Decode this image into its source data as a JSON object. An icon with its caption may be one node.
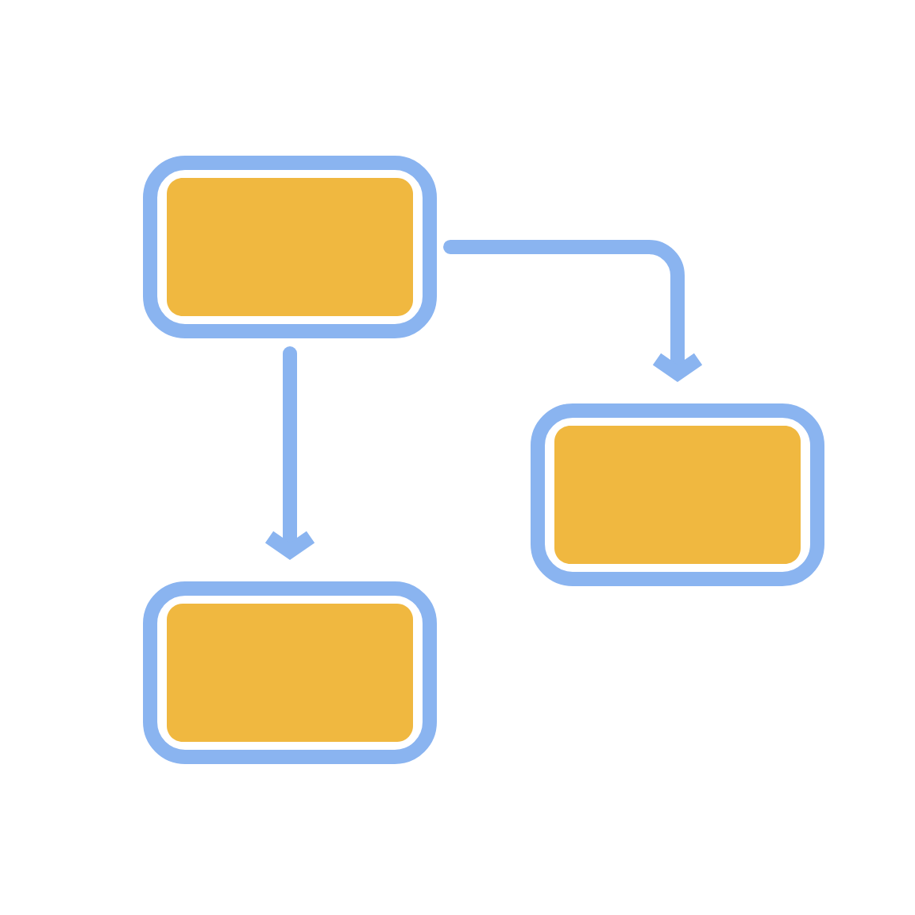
{
  "diagram": {
    "nodes": [
      {
        "text": [],
        "shape": "box"
      },
      {
        "text": [],
        "shape": "box"
      },
      {
        "text": [],
        "shape": "box"
      }
    ],
    "edges": [
      {
        "from": 0,
        "to": 2,
        "arrow": "to"
      },
      {
        "from": 0,
        "to": 1,
        "arrow": "to"
      }
    ]
  }
}
